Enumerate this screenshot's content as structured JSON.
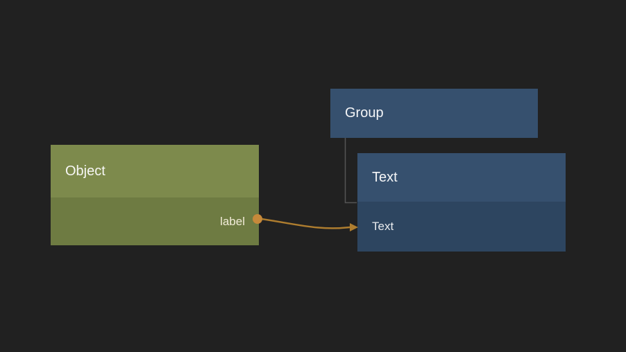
{
  "canvas": {
    "background": "#212121"
  },
  "nodes": {
    "object": {
      "title": "Object",
      "port_label": "label",
      "header_color": "#7d8a4c",
      "body_color": "#6e7b42"
    },
    "group": {
      "title": "Group",
      "color": "#36506e"
    },
    "text": {
      "title": "Text",
      "row_label": "Text",
      "header_color": "#36506e",
      "body_color": "#2d4560"
    }
  },
  "edge": {
    "color": "#ae7d2f",
    "port_color": "#c6893a"
  },
  "connector": {
    "color": "#555555"
  }
}
